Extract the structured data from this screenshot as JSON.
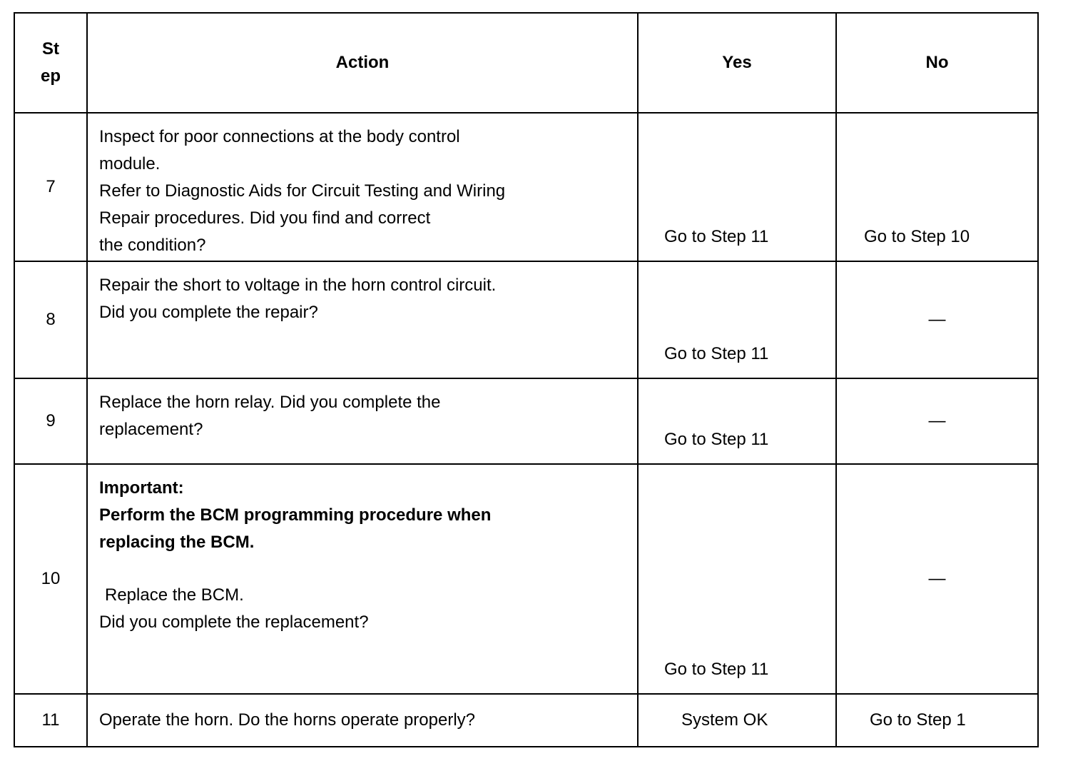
{
  "header": {
    "step": "St\nep",
    "step_line1": "St",
    "step_line2": "ep",
    "action": "Action",
    "yes": "Yes",
    "no": "No"
  },
  "rows": [
    {
      "step": "7",
      "action_lines": [
        "Inspect for poor connections at the body control",
        "module.",
        "Refer to Diagnostic Aids for Circuit Testing and Wiring",
        "Repair procedures. Did you find and correct",
        "the condition?"
      ],
      "yes": "Go to Step 11",
      "no": "Go to Step 10"
    },
    {
      "step": "8",
      "action_lines": [
        "Repair the short to voltage in the horn control circuit.",
        "Did you complete the repair?"
      ],
      "yes": "Go to Step 11",
      "no": "—"
    },
    {
      "step": "9",
      "action_lines": [
        "Replace the horn relay. Did you complete the",
        "replacement?"
      ],
      "yes": "Go to Step 11",
      "no": "—"
    },
    {
      "step": "10",
      "important_label": "Important:",
      "important_lines": [
        "Perform the BCM programming procedure when",
        "replacing the BCM."
      ],
      "action_lines": [
        "Replace the BCM.",
        "Did you complete the replacement?"
      ],
      "yes": "Go to Step 11",
      "no": "—"
    },
    {
      "step": "11",
      "action_lines": [
        "Operate the horn. Do the horns operate properly?"
      ],
      "yes": "System OK",
      "no": "Go to Step 1"
    }
  ]
}
